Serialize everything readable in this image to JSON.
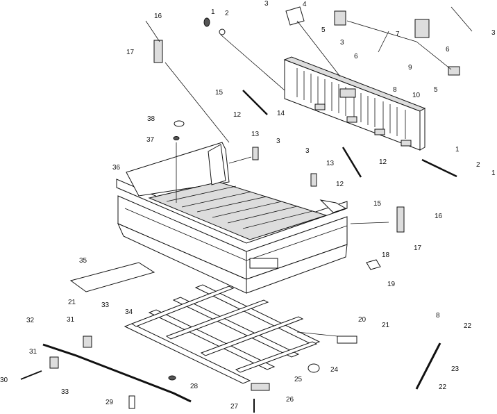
{
  "diagram": {
    "callouts": [
      {
        "id": "c1a",
        "text": "1"
      },
      {
        "id": "c2a",
        "text": "2"
      },
      {
        "id": "c3a",
        "text": "3"
      },
      {
        "id": "c4",
        "text": "4"
      },
      {
        "id": "c5a",
        "text": "5"
      },
      {
        "id": "c3b",
        "text": "3"
      },
      {
        "id": "c7",
        "text": "7"
      },
      {
        "id": "c6a",
        "text": "6"
      },
      {
        "id": "c9",
        "text": "9"
      },
      {
        "id": "c6b",
        "text": "6"
      },
      {
        "id": "c3c",
        "text": "3"
      },
      {
        "id": "c5b",
        "text": "5"
      },
      {
        "id": "c8a",
        "text": "8"
      },
      {
        "id": "c10",
        "text": "10"
      },
      {
        "id": "c16a",
        "text": "16"
      },
      {
        "id": "c17a",
        "text": "17"
      },
      {
        "id": "c15a",
        "text": "15"
      },
      {
        "id": "c14",
        "text": "14"
      },
      {
        "id": "c12a",
        "text": "12"
      },
      {
        "id": "c38",
        "text": "38"
      },
      {
        "id": "c37",
        "text": "37"
      },
      {
        "id": "c13a",
        "text": "13"
      },
      {
        "id": "c3d",
        "text": "3"
      },
      {
        "id": "c36",
        "text": "36"
      },
      {
        "id": "c3e",
        "text": "3"
      },
      {
        "id": "c13b",
        "text": "13"
      },
      {
        "id": "c12b",
        "text": "12"
      },
      {
        "id": "c1b",
        "text": "1"
      },
      {
        "id": "c2b",
        "text": "2"
      },
      {
        "id": "c1c",
        "text": "1"
      },
      {
        "id": "c12c",
        "text": "12"
      },
      {
        "id": "c15b",
        "text": "15"
      },
      {
        "id": "c16b",
        "text": "16"
      },
      {
        "id": "c17b",
        "text": "17"
      },
      {
        "id": "c18",
        "text": "18"
      },
      {
        "id": "c19",
        "text": "19"
      },
      {
        "id": "c35",
        "text": "35"
      },
      {
        "id": "c21a",
        "text": "21"
      },
      {
        "id": "c33a",
        "text": "33"
      },
      {
        "id": "c34",
        "text": "34"
      },
      {
        "id": "c32",
        "text": "32"
      },
      {
        "id": "c31a",
        "text": "31"
      },
      {
        "id": "c31b",
        "text": "31"
      },
      {
        "id": "c30",
        "text": "30"
      },
      {
        "id": "c33b",
        "text": "33"
      },
      {
        "id": "c28",
        "text": "28"
      },
      {
        "id": "c29",
        "text": "29"
      },
      {
        "id": "c25",
        "text": "25"
      },
      {
        "id": "c24",
        "text": "24"
      },
      {
        "id": "c26",
        "text": "26"
      },
      {
        "id": "c27",
        "text": "27"
      },
      {
        "id": "c20",
        "text": "20"
      },
      {
        "id": "c21b",
        "text": "21"
      },
      {
        "id": "c8b",
        "text": "8"
      },
      {
        "id": "c22a",
        "text": "22"
      },
      {
        "id": "c23",
        "text": "23"
      },
      {
        "id": "c22b",
        "text": "22"
      }
    ]
  }
}
